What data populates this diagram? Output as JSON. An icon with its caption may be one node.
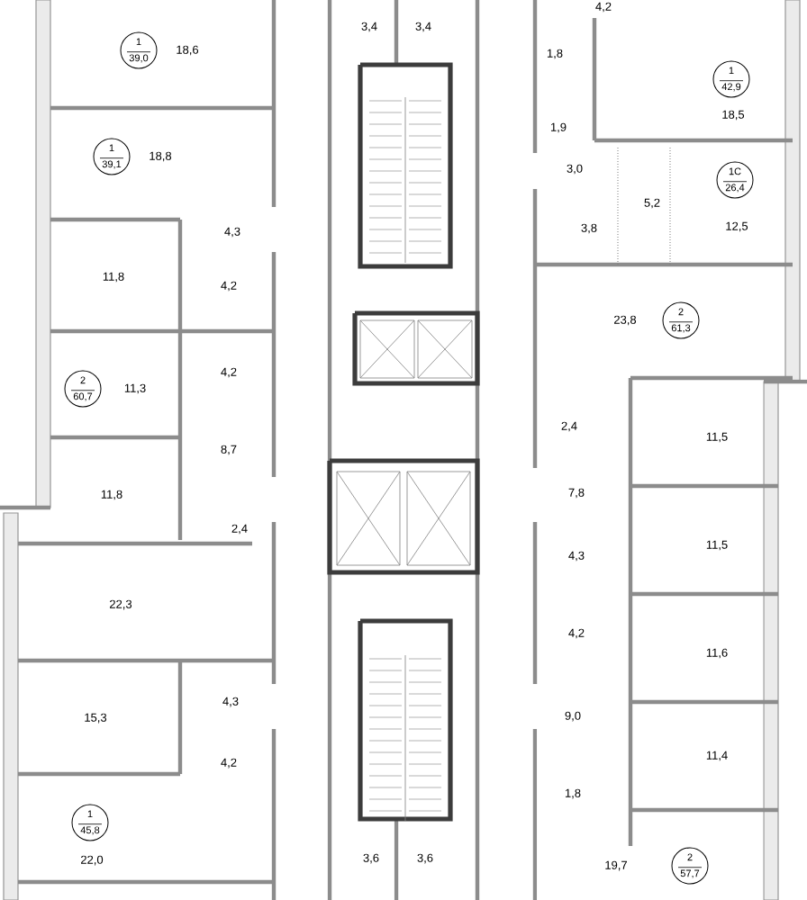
{
  "diagram": {
    "nodes": [
      {
        "text": [
          "1",
          "39,0"
        ]
      },
      {
        "text": [
          "1",
          "39,1"
        ]
      },
      {
        "text": [
          "2",
          "60,7"
        ]
      },
      {
        "text": [
          "1",
          "45,8"
        ]
      },
      {
        "text": [
          "1",
          "42,9"
        ]
      },
      {
        "text": [
          "1С",
          "26,4"
        ]
      },
      {
        "text": [
          "2",
          "61,3"
        ]
      },
      {
        "text": [
          "2",
          "57,7"
        ]
      }
    ],
    "labels": [
      "18,6",
      "18,8",
      "4,3",
      "11,8",
      "4,2",
      "4,2",
      "11,3",
      "8,7",
      "11,8",
      "2,4",
      "22,3",
      "4,3",
      "15,3",
      "4,2",
      "22,0",
      "3,4",
      "3,4",
      "3,6",
      "3,6",
      "4,2",
      "1,8",
      "18,5",
      "1,9",
      "3,0",
      "5,2",
      "12,5",
      "3,8",
      "23,8",
      "2,4",
      "11,5",
      "7,8",
      "11,5",
      "4,3",
      "4,2",
      "11,6",
      "9,0",
      "11,4",
      "1,8",
      "19,7"
    ]
  }
}
